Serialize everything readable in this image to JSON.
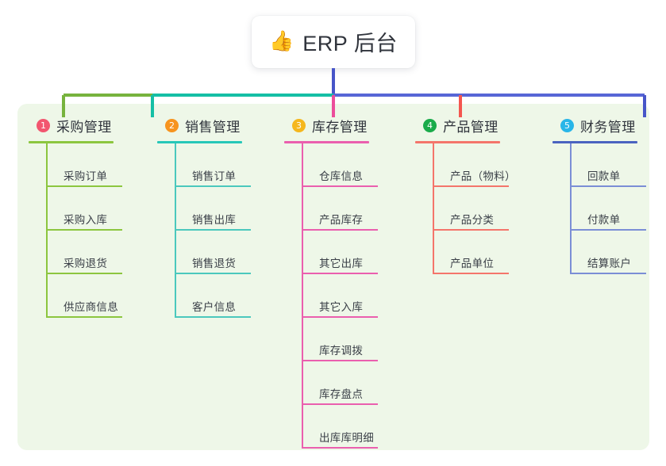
{
  "root": {
    "icon": "thumbs-up-icon",
    "emoji": "👍",
    "title": "ERP 后台"
  },
  "palette": {
    "panel_bg": "#eef7e8",
    "page_bg": "#ffffff",
    "text": "#2f333b",
    "root_stem": "#4755c8",
    "bar_left": "#77b33d",
    "bar_mid": "#15bfa5",
    "bar_right": "#5766d6"
  },
  "columns": [
    {
      "number": "1",
      "title": "采购管理",
      "badge_color": "#f2566f",
      "rule_color": "#8cc63f",
      "line_color": "#8cc63f",
      "drop_color": "#77b33d",
      "items": [
        "采购订单",
        "采购入库",
        "采购退货",
        "供应商信息"
      ]
    },
    {
      "number": "2",
      "title": "销售管理",
      "badge_color": "#f7941e",
      "rule_color": "#27c7b8",
      "line_color": "#4bc8bd",
      "drop_color": "#15bfa5",
      "items": [
        "销售订单",
        "销售出库",
        "销售退货",
        "客户信息"
      ]
    },
    {
      "number": "3",
      "title": "库存管理",
      "badge_color": "#f5b71d",
      "rule_color": "#ea5fae",
      "line_color": "#ea5fae",
      "drop_color": "#ec4d9b",
      "items": [
        "仓库信息",
        "产品库存",
        "其它出库",
        "其它入库",
        "库存调拨",
        "库存盘点",
        "出库库明细"
      ]
    },
    {
      "number": "4",
      "title": "产品管理",
      "badge_color": "#1aab4a",
      "rule_color": "#f4756b",
      "line_color": "#f4756b",
      "drop_color": "#f4564f",
      "items": [
        "产品（物料）",
        "产品分类",
        "产品单位"
      ]
    },
    {
      "number": "5",
      "title": "财务管理",
      "badge_color": "#29b6e8",
      "rule_color": "#4a63c0",
      "line_color": "#7b8ed6",
      "drop_color": "#4755c8",
      "items": [
        "回款单",
        "付款单",
        "结算账户"
      ]
    }
  ]
}
